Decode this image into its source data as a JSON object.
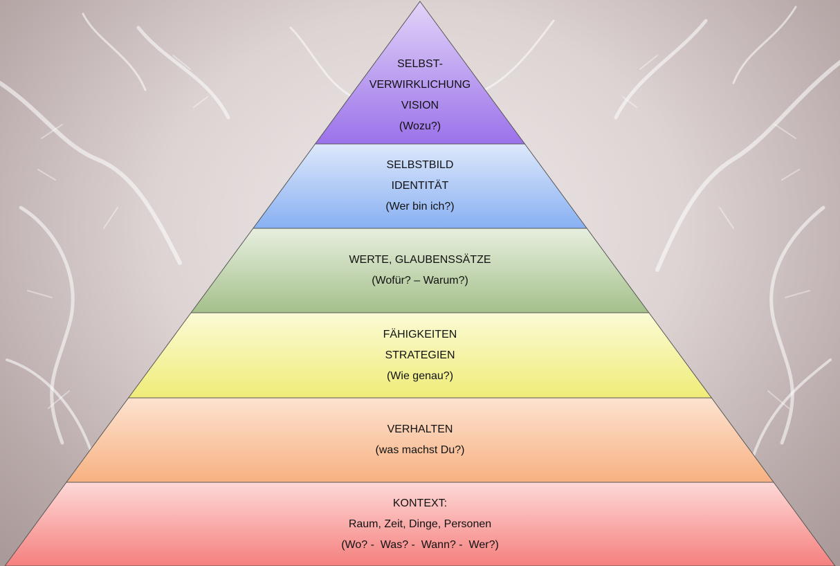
{
  "levels": [
    {
      "id": "vision",
      "lines": [
        "SELBST-",
        "VERWIRKLICHUNG",
        "VISION",
        "(Wozu?)"
      ],
      "color_top": "#e2d4f8",
      "color_bottom": "#9b72ea"
    },
    {
      "id": "identity",
      "lines": [
        "SELBSTBILD",
        "IDENTITÄT",
        "(Wer bin ich?)"
      ],
      "color_top": "#dde8fb",
      "color_bottom": "#88b0f2"
    },
    {
      "id": "values",
      "lines": [
        "WERTE, GLAUBENSSÄTZE",
        "(Wofür? – Warum?)"
      ],
      "color_top": "#e7efdf",
      "color_bottom": "#a4c08a"
    },
    {
      "id": "skills",
      "lines": [
        "FÄHIGKEITEN",
        "STRATEGIEN",
        "(Wie genau?)"
      ],
      "color_top": "#fbfbd6",
      "color_bottom": "#efec78"
    },
    {
      "id": "behavior",
      "lines": [
        "VERHALTEN",
        "(was machst Du?)"
      ],
      "color_top": "#fde3d0",
      "color_bottom": "#f7b182"
    },
    {
      "id": "context",
      "lines": [
        "KONTEXT:",
        "Raum, Zeit, Dinge, Personen",
        "(Wo? -  Was? -  Wann? -  Wer?)"
      ],
      "color_top": "#fdd9d7",
      "color_bottom": "#f5807e"
    }
  ]
}
